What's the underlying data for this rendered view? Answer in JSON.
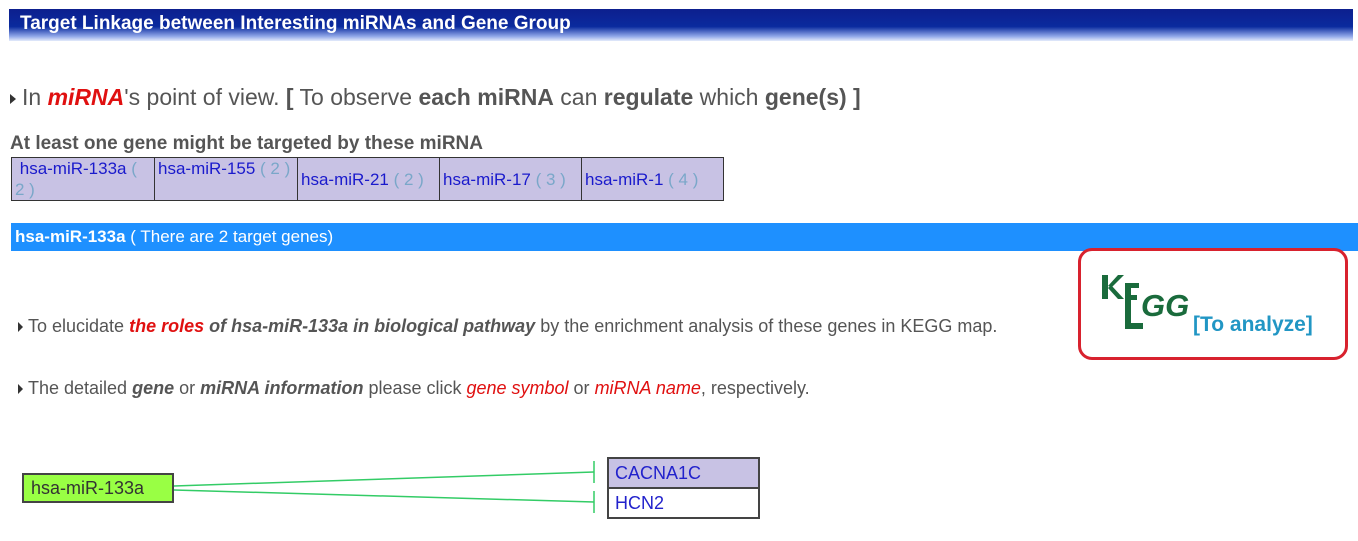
{
  "header": {
    "title": "Target Linkage between Interesting miRNAs and Gene Group"
  },
  "pov": {
    "prefix": "In ",
    "mirna": "miRNA",
    "suffix": "'s point of view. ",
    "open": "[",
    "t1": " To observe ",
    "each": "each miRNA",
    "t2": " can ",
    "regulate": "regulate",
    "t3": " which ",
    "genes": "gene(s)",
    "close": " ]"
  },
  "at_least": "At least one gene might be targeted by these miRNA",
  "mirna_list": [
    {
      "name": "hsa-miR-133a",
      "count": "( 2 )"
    },
    {
      "name": "hsa-miR-155",
      "count": "( 2 )"
    },
    {
      "name": "hsa-miR-21",
      "count": "( 2 )"
    },
    {
      "name": "hsa-miR-17",
      "count": "( 3 )"
    },
    {
      "name": "hsa-miR-1",
      "count": "( 4 )"
    }
  ],
  "selected": {
    "name": "hsa-miR-133a",
    "info": " ( There are 2 target genes)"
  },
  "elucidate": {
    "t1": "To elucidate ",
    "roles": "the roles",
    "of": " of hsa-miR-133a in biological pathway",
    "t2": " by the enrichment analysis of these genes in KEGG map."
  },
  "kegg": {
    "link": "[To analyze]"
  },
  "detail": {
    "t1": "The detailed ",
    "gene": "gene",
    "t2": " or ",
    "mirna_info": "miRNA information",
    "t3": " please click ",
    "gene_symbol": "gene symbol",
    "t4": " or ",
    "mirna_name": "miRNA name",
    "t5": ", respectively."
  },
  "network": {
    "mirna": "hsa-miR-133a",
    "genes": [
      "CACNA1C",
      "HCN2"
    ]
  },
  "colors": {
    "title_bar": "#0a2a9e",
    "selected_bar": "#1e90ff",
    "mirna_cell": "#c8c2e4",
    "mirna_node": "#99ff44",
    "link_line": "#33cc66",
    "kegg_border": "#d8222e",
    "kegg_link": "#2196c4"
  }
}
